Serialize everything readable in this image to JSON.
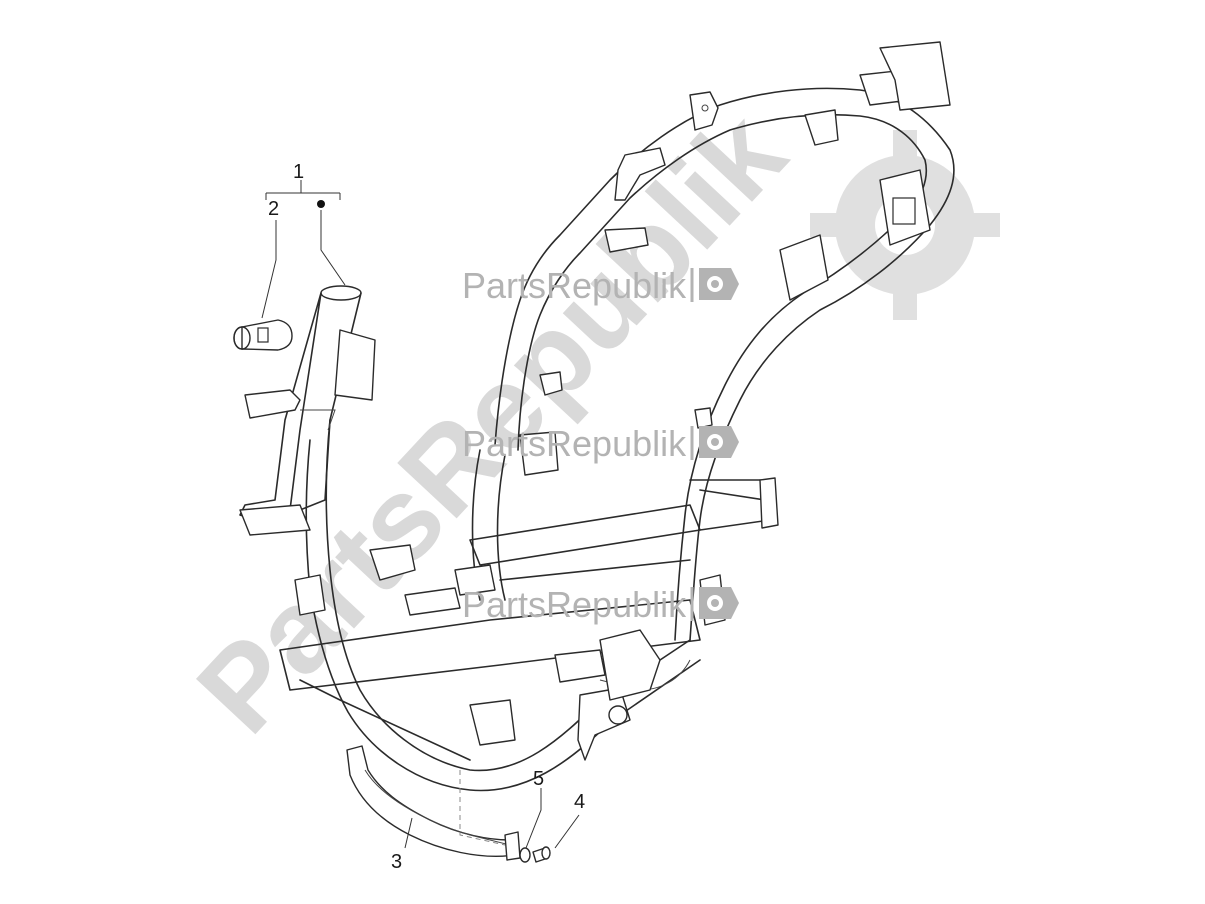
{
  "watermark": {
    "brand": "PartsRepublik",
    "big_text": "PartsRepublik"
  },
  "callouts": {
    "c1": "1",
    "c2": "2",
    "c3": "3",
    "c4": "4",
    "c5": "5"
  },
  "colors": {
    "line": "#2b2b2b",
    "watermark": "#b3b3b3",
    "watermark_big": "#d9d9d9"
  },
  "icons": [
    "gear-icon"
  ]
}
